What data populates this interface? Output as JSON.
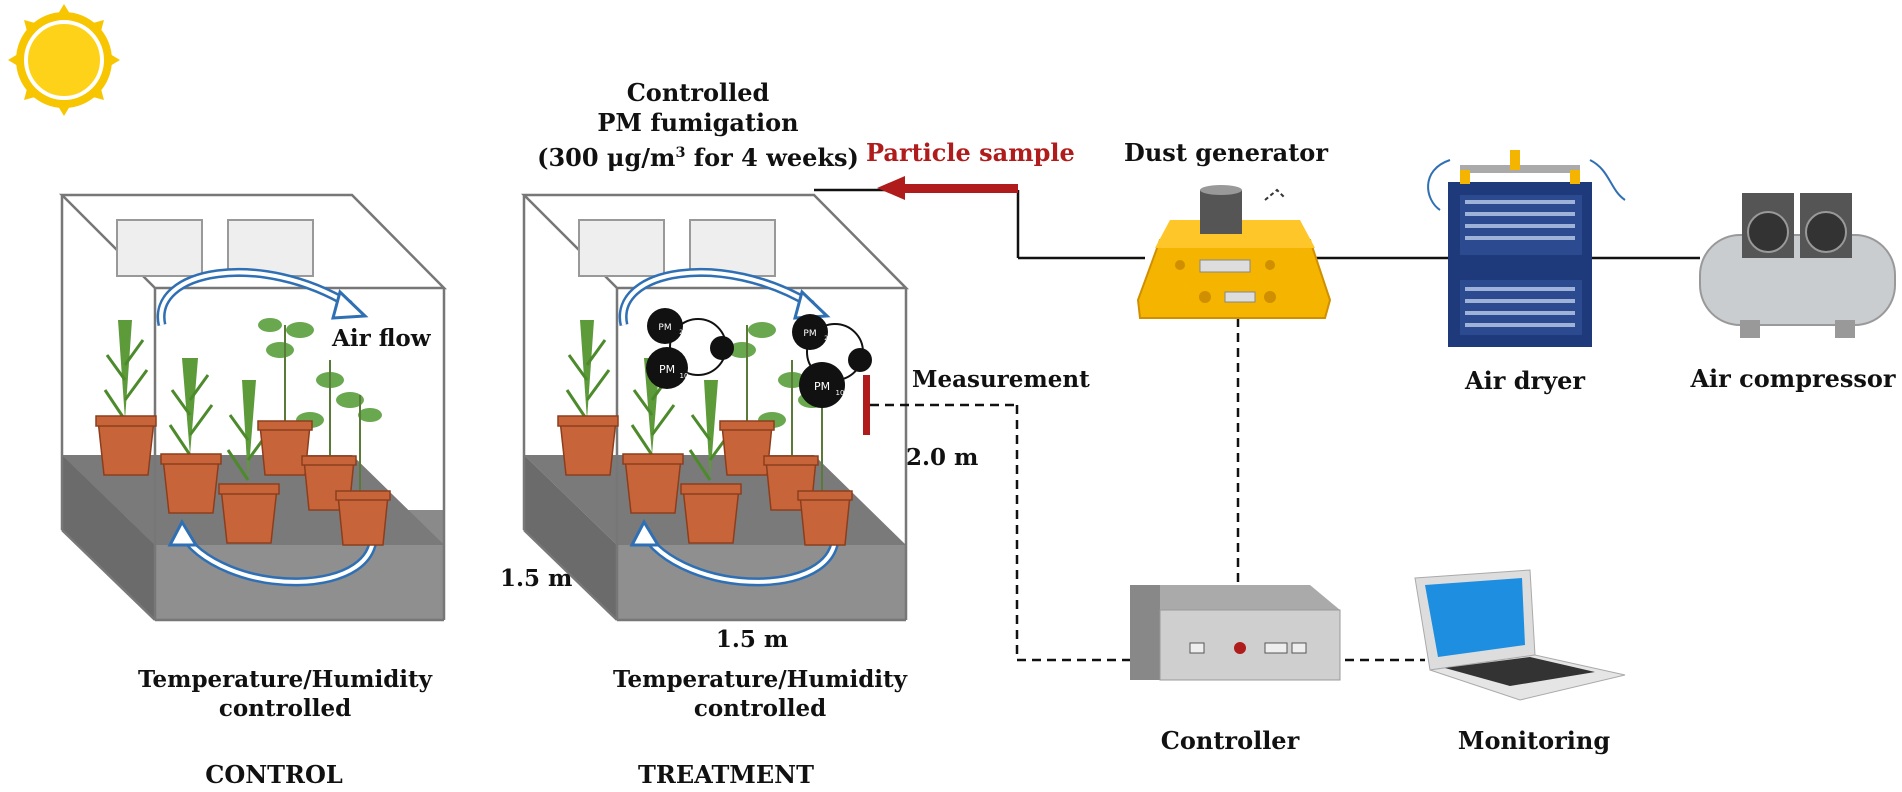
{
  "title": {
    "line1": "Controlled",
    "line2": "PM fumigation",
    "line3_pre": "(300 μg/m",
    "line3_sup": "3",
    "line3_post": " for 4 weeks)"
  },
  "labels": {
    "particle_sample": "Particle sample",
    "dust_generator": "Dust generator",
    "air_dryer": "Air dryer",
    "air_compressor": "Air compressor",
    "air_flow": "Air flow",
    "measurement": "Measurement",
    "height": "2.0 m",
    "depth": "1.5 m",
    "width": "1.5 m",
    "controller": "Controller",
    "monitoring": "Monitoring"
  },
  "chambers": [
    {
      "caption_line1": "Temperature/Humidity",
      "caption_line2": "controlled",
      "group": "CONTROL"
    },
    {
      "caption_line1": "Temperature/Humidity",
      "caption_line2": "controlled",
      "group": "TREATMENT"
    }
  ],
  "sensor": {
    "pm_labels": [
      "PM",
      "PM",
      "PM",
      "PM"
    ],
    "pm_subscripts": [
      "2.5",
      "10",
      "2.5",
      "10"
    ]
  },
  "colors": {
    "sun": "#f7c600",
    "arrow_red": "#b01c1c",
    "airflow_blue": "#2f6fb3",
    "pot": "#c8643a",
    "plant_green": "#5c9a3a",
    "dust_generator": "#f5b400",
    "air_dryer": "#1f3a7a",
    "compressor": "#c9cdd0",
    "floor": "#777777"
  }
}
